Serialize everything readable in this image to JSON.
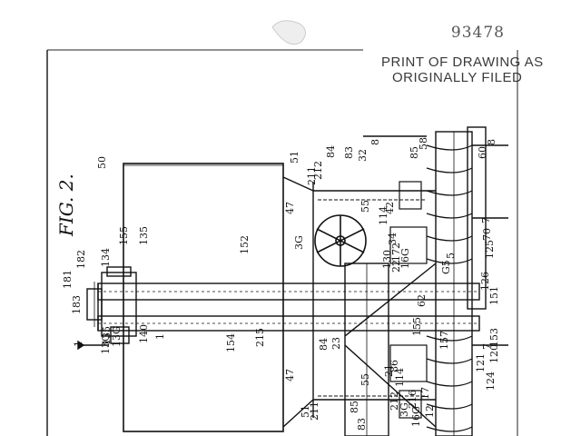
{
  "header": {
    "serial_number": "93478",
    "stamp_line1": "PRINT OF DRAWING AS",
    "stamp_line2": "ORIGINALLY FILED"
  },
  "figure": {
    "label": "FIG. 2."
  },
  "references": [
    "50",
    "51",
    "51",
    "47",
    "47",
    "84",
    "84",
    "83",
    "83",
    "32",
    "212",
    "212",
    "211",
    "211",
    "8",
    "8",
    "60",
    "58",
    "85",
    "85",
    "55",
    "55",
    "42",
    "114",
    "114",
    "3G",
    "3G",
    "7",
    "7",
    "70",
    "22",
    "34",
    "172",
    "16G",
    "G5",
    "125",
    "5",
    "130",
    "126",
    "151",
    "13G",
    "62",
    "120",
    "121",
    "124",
    "152",
    "155",
    "157",
    "16G",
    "23",
    "21",
    "86",
    "182",
    "181",
    "183",
    "134",
    "155",
    "135",
    "135",
    "13G",
    "140",
    "1",
    "1",
    "153",
    "154",
    "215",
    "216",
    "17",
    "12"
  ]
}
